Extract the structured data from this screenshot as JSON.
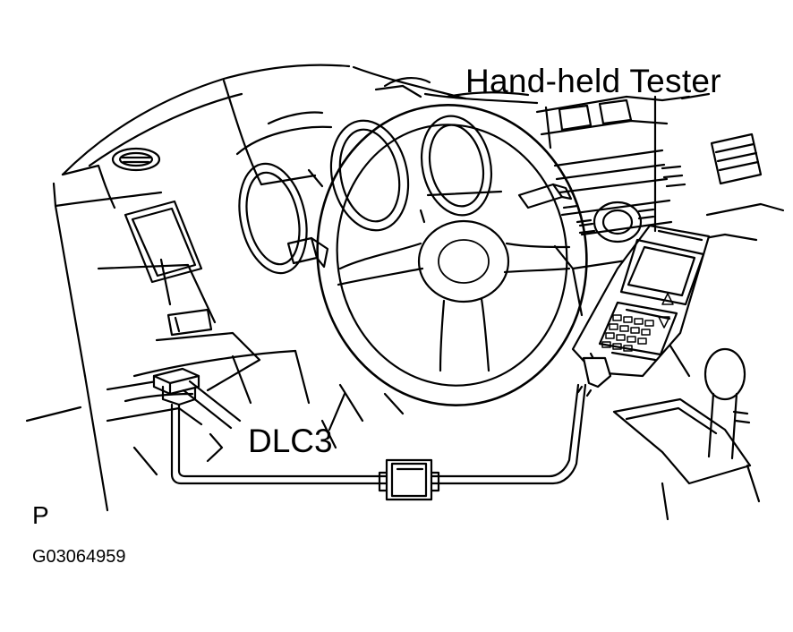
{
  "labels": {
    "tester": "Hand-held Tester",
    "dlc3": "DLC3",
    "view_letter": "P",
    "figure_id": "G03064959"
  }
}
